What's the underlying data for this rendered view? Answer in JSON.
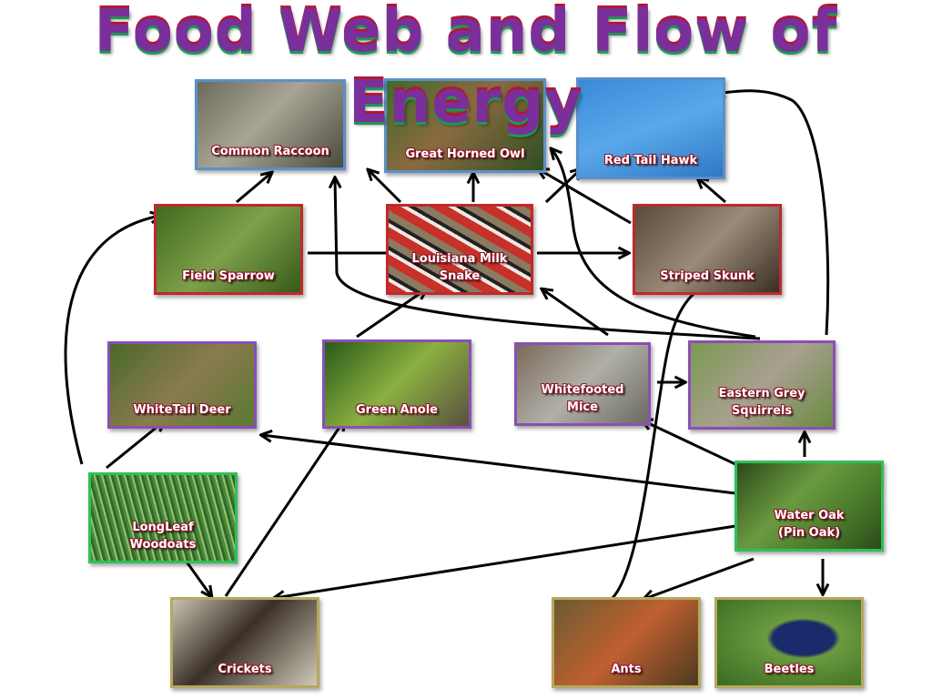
{
  "title": "Food Web and Flow of Energy",
  "nodes": {
    "raccoon": {
      "label": "Common Raccoon",
      "level": "tertiary"
    },
    "owl": {
      "label": "Great Horned Owl",
      "level": "tertiary"
    },
    "hawk": {
      "label": "Red Tail Hawk",
      "level": "tertiary"
    },
    "sparrow": {
      "label": "Field Sparrow",
      "level": "secondary"
    },
    "snake": {
      "label": "Louisiana Milk\nSnake",
      "level": "secondary"
    },
    "skunk": {
      "label": "Striped Skunk",
      "level": "secondary"
    },
    "deer": {
      "label": "WhiteTail Deer",
      "level": "primary"
    },
    "anole": {
      "label": "Green Anole",
      "level": "primary"
    },
    "mice": {
      "label": "Whitefooted\nMice",
      "level": "primary"
    },
    "squirrel": {
      "label": "Eastern Grey\nSquirrels",
      "level": "primary"
    },
    "grass": {
      "label": "LongLeaf\nWoodoats",
      "level": "producer"
    },
    "oak": {
      "label": "Water Oak\n(Pin Oak)",
      "level": "producer"
    },
    "crickets": {
      "label": "Crickets",
      "level": "insect"
    },
    "ants": {
      "label": "Ants",
      "level": "insect"
    },
    "beetles": {
      "label": "Beetles",
      "level": "insect"
    }
  },
  "edges": [
    [
      "sparrow",
      "raccoon"
    ],
    [
      "snake",
      "raccoon"
    ],
    [
      "snake",
      "owl"
    ],
    [
      "skunk",
      "owl"
    ],
    [
      "skunk",
      "hawk"
    ],
    [
      "snake",
      "hawk"
    ],
    [
      "sparrow",
      "snake"
    ],
    [
      "snake",
      "skunk"
    ],
    [
      "squirrel",
      "raccoon"
    ],
    [
      "squirrel",
      "owl"
    ],
    [
      "squirrel",
      "hawk"
    ],
    [
      "mice",
      "snake"
    ],
    [
      "anole",
      "snake"
    ],
    [
      "mice",
      "squirrel"
    ],
    [
      "oak",
      "squirrel"
    ],
    [
      "oak",
      "mice"
    ],
    [
      "oak",
      "deer"
    ],
    [
      "oak",
      "crickets"
    ],
    [
      "oak",
      "ants"
    ],
    [
      "oak",
      "beetles"
    ],
    [
      "grass",
      "deer"
    ],
    [
      "grass",
      "sparrow"
    ],
    [
      "grass",
      "crickets"
    ],
    [
      "crickets",
      "anole"
    ],
    [
      "ants",
      "skunk"
    ]
  ]
}
